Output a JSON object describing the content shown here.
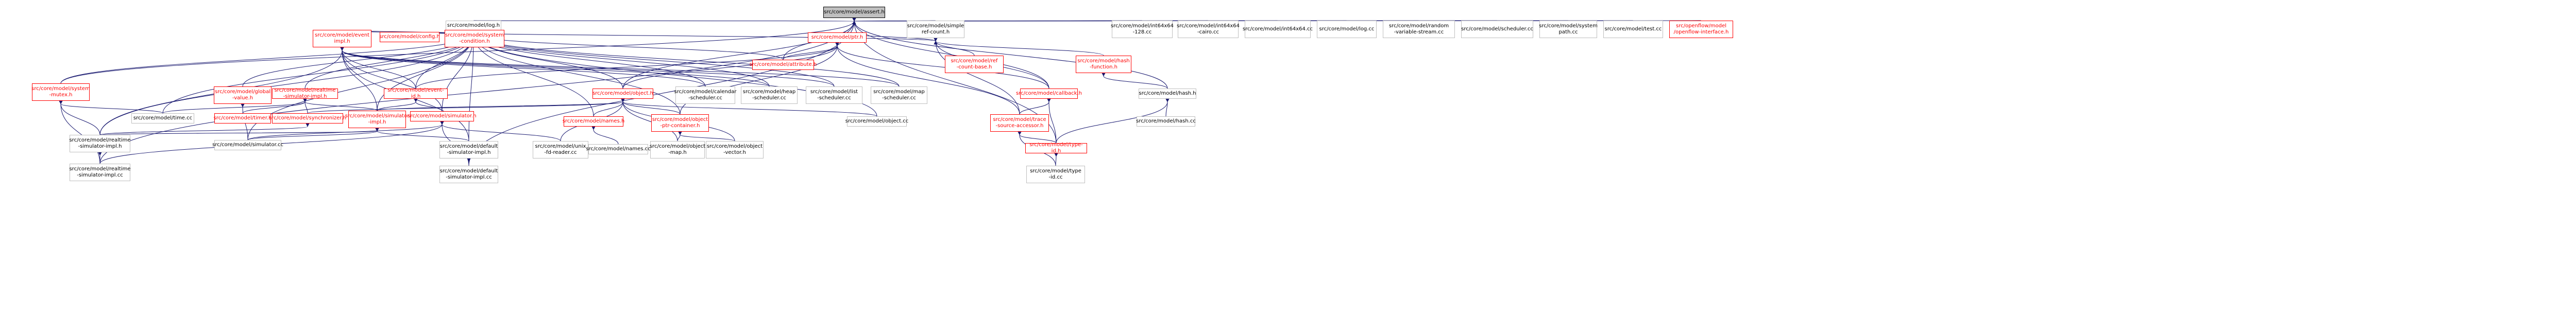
{
  "colors": {
    "edge": "#191970",
    "node_border": "#bfbfbf",
    "node_incomplete": "#ff0000",
    "root_fill": "#bfbfbf"
  },
  "nodes": {
    "assert_h": "src/core/model/assert.h",
    "log_h": "src/core/model/log.h",
    "simple_ref_count_h": "src/core/model/simple\nref-count.h",
    "int64x64_128_cc": "src/core/model/int64x64\n-128.cc",
    "int64x64_cairo_cc": "src/core/model/int64x64\n-cairo.cc",
    "int64x64_cc": "src/core/model/int64x64.cc",
    "log_cc": "src/core/model/log.cc",
    "random_variable_stream_cc": "src/core/model/random\n-variable-stream.cc",
    "scheduler_cc": "src/core/model/scheduler.cc",
    "system_path_cc": "src/core/model/system\npath.cc",
    "test_cc": "src/core/model/test.cc",
    "openflow_interface_h": "src/openflow/model\n/openflow-interface.h",
    "event_impl_h": "src/core/model/event\nimpl.h",
    "config_h": "src/core/model/config.h",
    "system_condition_h": "src/core/model/system\n-condition.h",
    "ptr_h": "src/core/model/ptr.h",
    "attribute_h": "src/core/model/attribute.h",
    "ref_count_base_h": "src/core/model/ref\n-count-base.h",
    "hash_function_h": "src/core/model/hash\n-function.h",
    "hash_h": "src/core/model/hash.h",
    "hash_cc": "src/core/model/hash.cc",
    "system_mutex_h": "src/core/model/system\n-mutex.h",
    "global_value_h": "src/core/model/global\n-value.h",
    "realtime_h": "src/core/model/realtime\n-simulator-impl.h",
    "event_id_h": "src/core/model/event-id.h",
    "object_h": "src/core/model/object.h",
    "calendar_scheduler_cc": "src/core/model/calendar\n-scheduler.cc",
    "heap_scheduler_cc": "src/core/model/heap\n-scheduler.cc",
    "list_scheduler_cc": "src/core/model/list\n-scheduler.cc",
    "map_scheduler_cc": "src/core/model/map\n-scheduler.cc",
    "callback_h": "src/core/model/callback.h",
    "time_cc": "src/core/model/time.cc",
    "timer_h": "src/core/model/timer.h",
    "synchronizer_h": "src/core/model/synchronizer.h",
    "simulator_impl_h": "src/core/model/simulator\n-impl.h",
    "simulator_h": "src/core/model/simulator.h",
    "names_h": "src/core/model/names.h",
    "object_ptr_container_h": "src/core/model/object\n-ptr-container.h",
    "object_cc": "src/core/model/object.cc",
    "trace_source_accessor_h": "src/core/model/trace\n-source-accessor.h",
    "realtime_impl_h": "src/core/model/realtime\n-simulator-impl.h",
    "simulator_cc": "src/core/model/simulator.cc",
    "default_impl_h": "src/core/model/default\n-simulator-impl.h",
    "unix_fd_reader_cc": "src/core/model/unix\n-fd-reader.cc",
    "names_cc": "src/core/model/names.cc",
    "object_map_h": "src/core/model/object\n-map.h",
    "object_vector_h": "src/core/model/object\n-vector.h",
    "type_id_h": "src/core/model/type-id.h",
    "realtime_impl_cc": "src/core/model/realtime\n-simulator-impl.cc",
    "default_impl_cc": "src/core/model/default\n-simulator-impl.cc",
    "type_id_cc": "src/core/model/type\n-id.cc"
  }
}
